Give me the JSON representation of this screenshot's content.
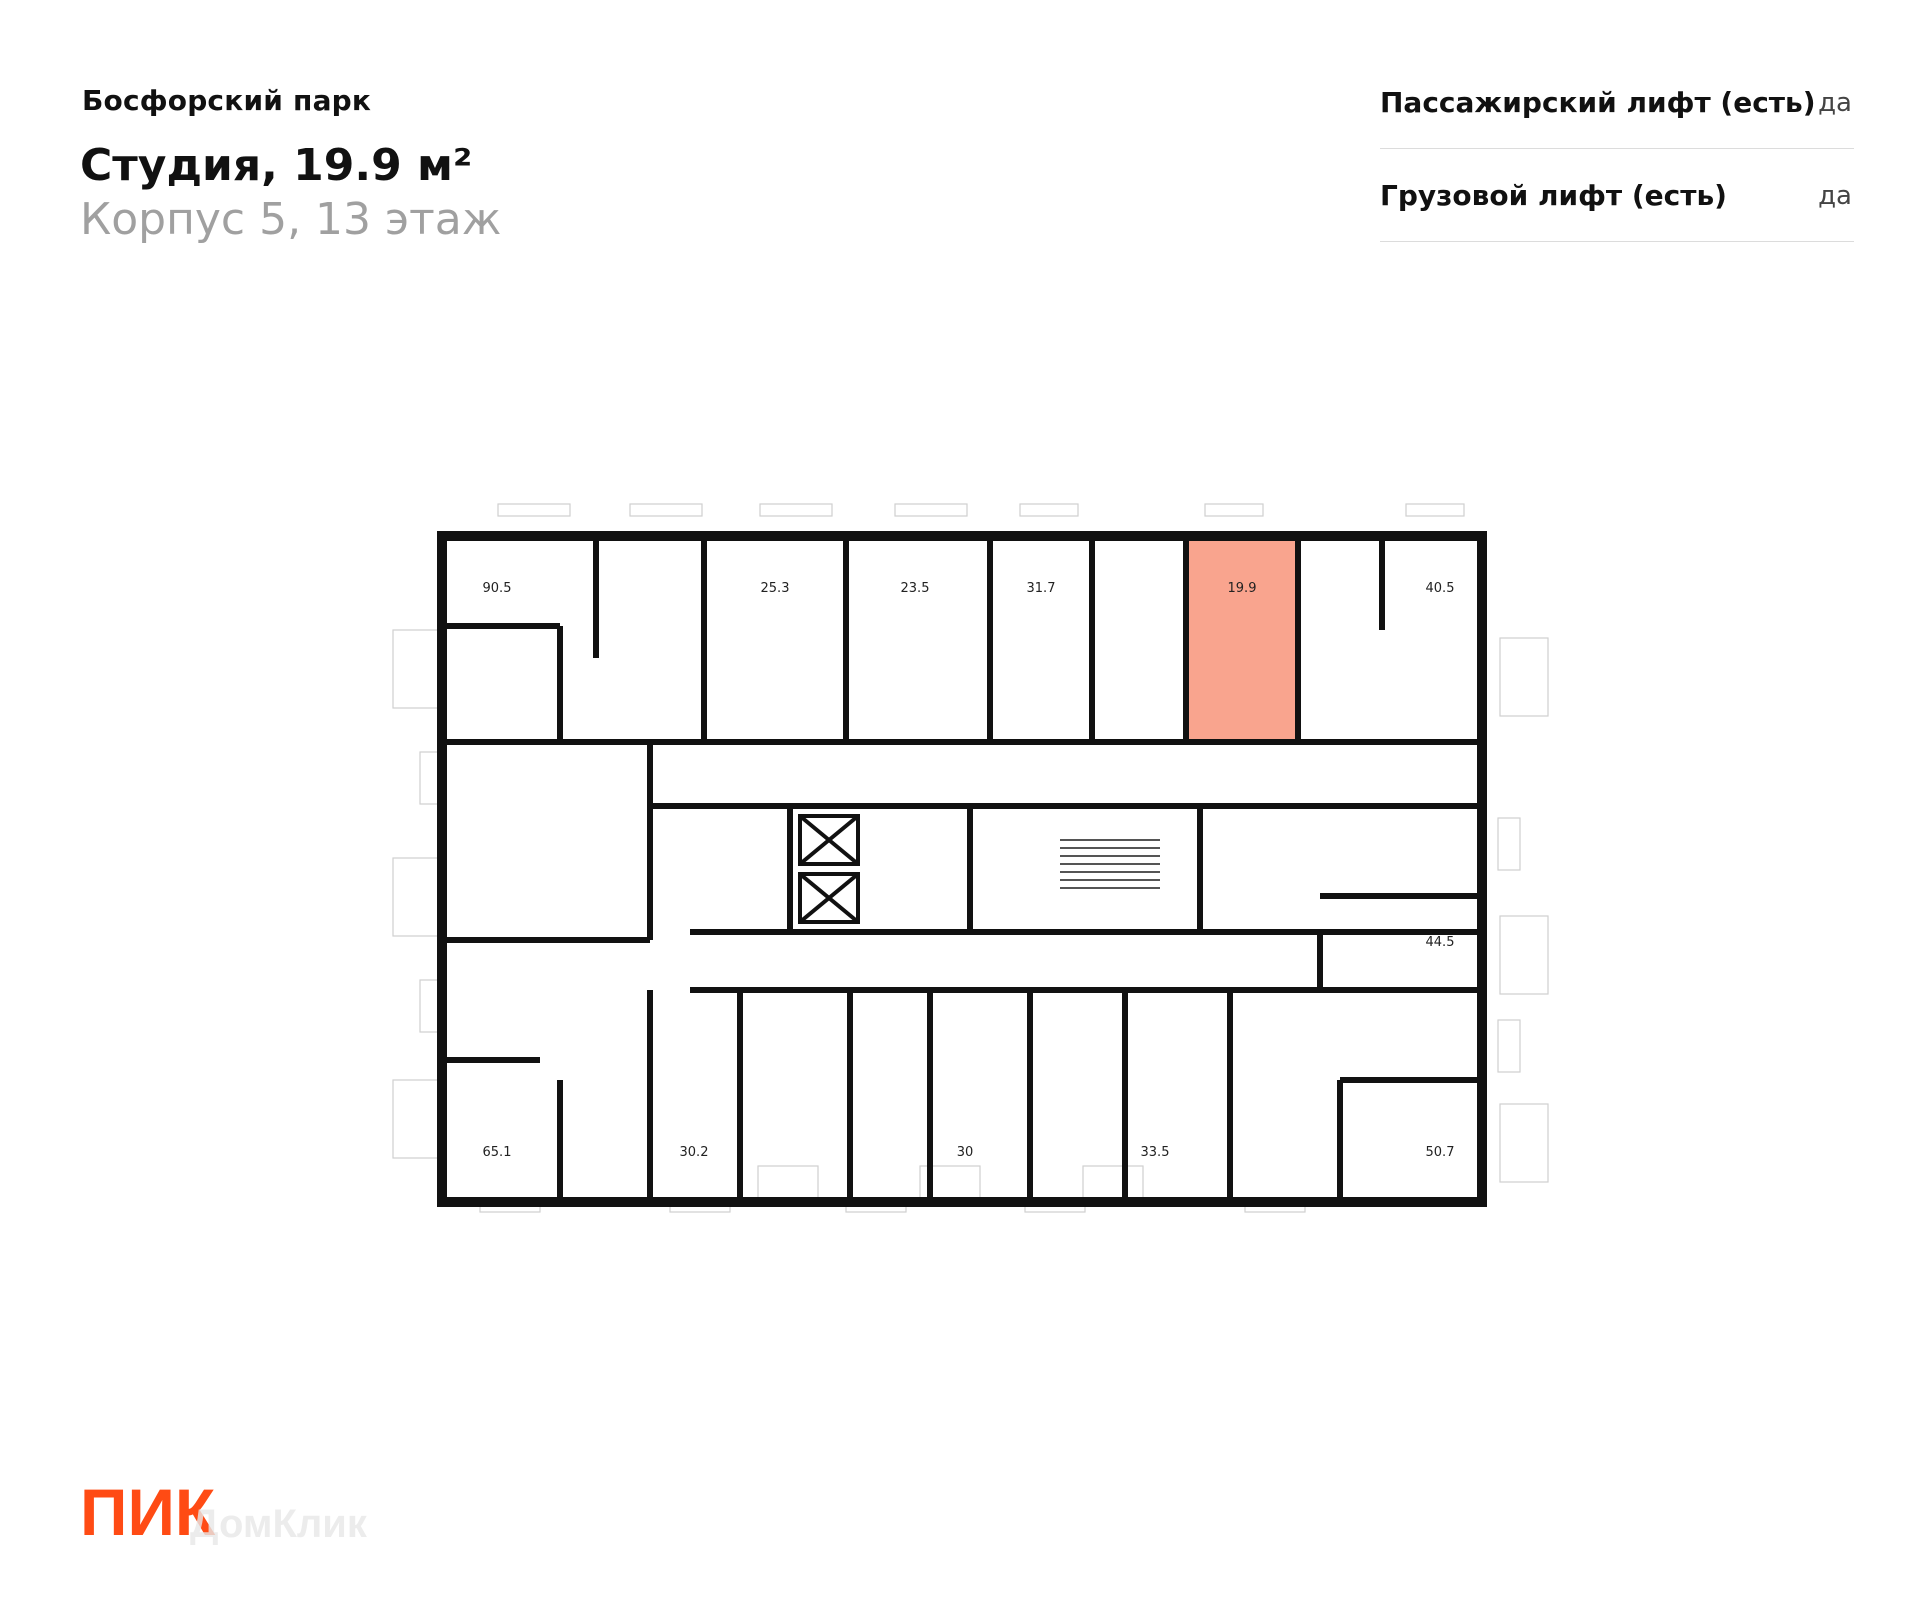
{
  "header": {
    "project_name": "Босфорский парк",
    "title": "Студия, 19.9 м²",
    "subtitle": "Корпус 5, 13 этаж"
  },
  "specs": [
    {
      "label": "Пассажирский лифт (есть)",
      "value": "да"
    },
    {
      "label": "Грузовой лифт (есть)",
      "value": "да"
    }
  ],
  "floor_plan": {
    "highlight_color": "#f9a48e",
    "highlight_border": "#c23a1e",
    "apartments": [
      {
        "id": "a1",
        "area": "90.5"
      },
      {
        "id": "a2",
        "area": "25.3"
      },
      {
        "id": "a3",
        "area": "23.5"
      },
      {
        "id": "a4",
        "area": "31.7"
      },
      {
        "id": "a5",
        "area": "19.9",
        "selected": true
      },
      {
        "id": "a6",
        "area": "40.5"
      },
      {
        "id": "a7",
        "area": "44.5"
      },
      {
        "id": "a8",
        "area": "65.1"
      },
      {
        "id": "a9",
        "area": "30.2"
      },
      {
        "id": "a10",
        "area": "30"
      },
      {
        "id": "a11",
        "area": "33.5"
      },
      {
        "id": "a12",
        "area": "50.7"
      }
    ]
  },
  "logo": {
    "text": "ПИК",
    "color": "#ff4b14",
    "watermark": "ДомКлик"
  }
}
